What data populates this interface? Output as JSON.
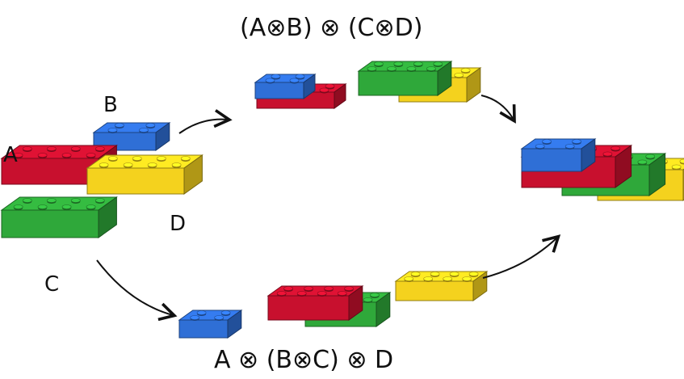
{
  "labels": {
    "a": "A",
    "b": "B",
    "c": "C",
    "d": "D",
    "top_expression": "(A⊗B) ⊗ (C⊗D)",
    "bottom_expression": "A ⊗ (B⊗C) ⊗ D"
  },
  "colors": {
    "red": "#c8102e",
    "blue": "#2f6fd6",
    "green": "#2fa83a",
    "yellow": "#f4d21e"
  }
}
